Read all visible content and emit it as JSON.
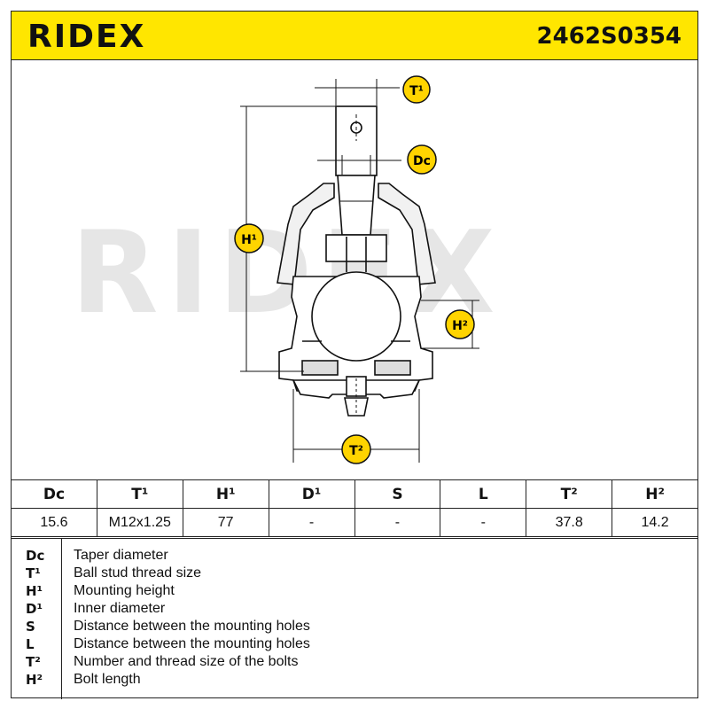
{
  "header": {
    "logo": "RIDEX",
    "part_number": "2462S0354"
  },
  "watermark": "RIDEX",
  "drawing_labels": {
    "t1": "T¹",
    "dc": "Dc",
    "h1": "H¹",
    "h2": "H²",
    "t2": "T²"
  },
  "table": {
    "headers": [
      "Dc",
      "T¹",
      "H¹",
      "D¹",
      "S",
      "L",
      "T²",
      "H²"
    ],
    "values": [
      "15.6",
      "M12x1.25",
      "77",
      "-",
      "-",
      "-",
      "37.8",
      "14.2"
    ]
  },
  "legend": [
    {
      "key": "Dc",
      "text": "Taper diameter"
    },
    {
      "key": "T¹",
      "text": "Ball stud thread size"
    },
    {
      "key": "H¹",
      "text": "Mounting height"
    },
    {
      "key": "D¹",
      "text": "Inner diameter"
    },
    {
      "key": "S",
      "text": "Distance between the mounting holes"
    },
    {
      "key": "L",
      "text": "Distance between the mounting holes"
    },
    {
      "key": "T²",
      "text": "Number and thread size of the bolts"
    },
    {
      "key": "H²",
      "text": "Bolt length"
    }
  ],
  "colors": {
    "brand_yellow": "#ffe600",
    "badge_yellow": "#ffd400",
    "watermark_grey": "#e6e6e6",
    "line": "#111111"
  }
}
